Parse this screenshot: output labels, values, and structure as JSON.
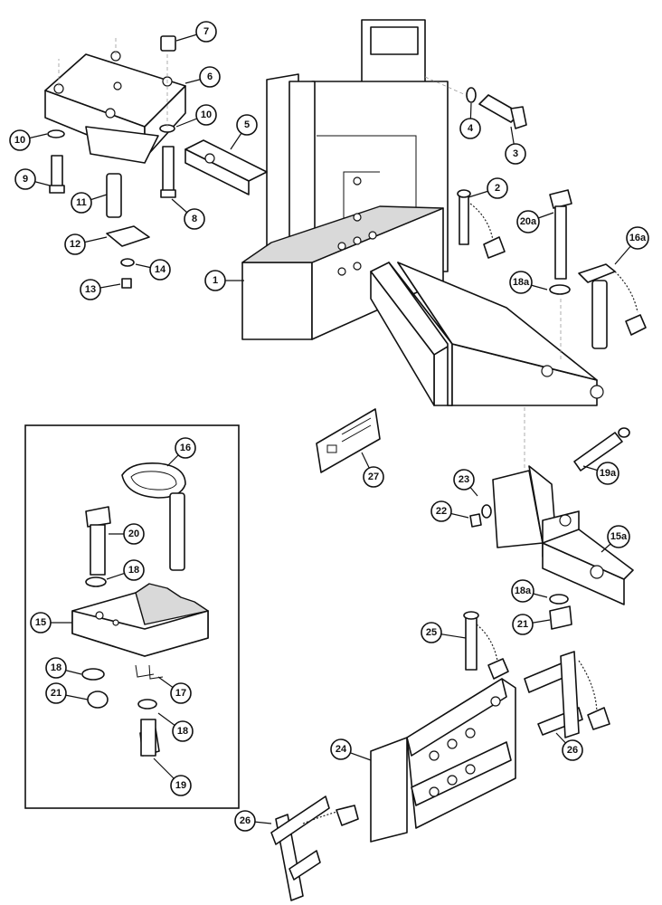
{
  "callouts": [
    {
      "id": "c1",
      "label": "1"
    },
    {
      "id": "c2",
      "label": "2"
    },
    {
      "id": "c3",
      "label": "3"
    },
    {
      "id": "c4",
      "label": "4"
    },
    {
      "id": "c5",
      "label": "5"
    },
    {
      "id": "c6",
      "label": "6"
    },
    {
      "id": "c7",
      "label": "7"
    },
    {
      "id": "c8",
      "label": "8"
    },
    {
      "id": "c9",
      "label": "9"
    },
    {
      "id": "c10a",
      "label": "10"
    },
    {
      "id": "c10b",
      "label": "10"
    },
    {
      "id": "c11",
      "label": "11"
    },
    {
      "id": "c12",
      "label": "12"
    },
    {
      "id": "c13",
      "label": "13"
    },
    {
      "id": "c14",
      "label": "14"
    },
    {
      "id": "c15",
      "label": "15"
    },
    {
      "id": "c15a",
      "label": "15a"
    },
    {
      "id": "c16",
      "label": "16"
    },
    {
      "id": "c16a",
      "label": "16a"
    },
    {
      "id": "c17",
      "label": "17"
    },
    {
      "id": "c18a1",
      "label": "18"
    },
    {
      "id": "c18a2",
      "label": "18"
    },
    {
      "id": "c18a3",
      "label": "18"
    },
    {
      "id": "c18t",
      "label": "18a"
    },
    {
      "id": "c18b",
      "label": "18a"
    },
    {
      "id": "c19",
      "label": "19"
    },
    {
      "id": "c19a",
      "label": "19a"
    },
    {
      "id": "c20",
      "label": "20"
    },
    {
      "id": "c20a",
      "label": "20a"
    },
    {
      "id": "c21a",
      "label": "21"
    },
    {
      "id": "c21b",
      "label": "21"
    },
    {
      "id": "c22",
      "label": "22"
    },
    {
      "id": "c23",
      "label": "23"
    },
    {
      "id": "c24",
      "label": "24"
    },
    {
      "id": "c25",
      "label": "25"
    },
    {
      "id": "c26a",
      "label": "26"
    },
    {
      "id": "c26b",
      "label": "26"
    },
    {
      "id": "c27",
      "label": "27"
    }
  ]
}
